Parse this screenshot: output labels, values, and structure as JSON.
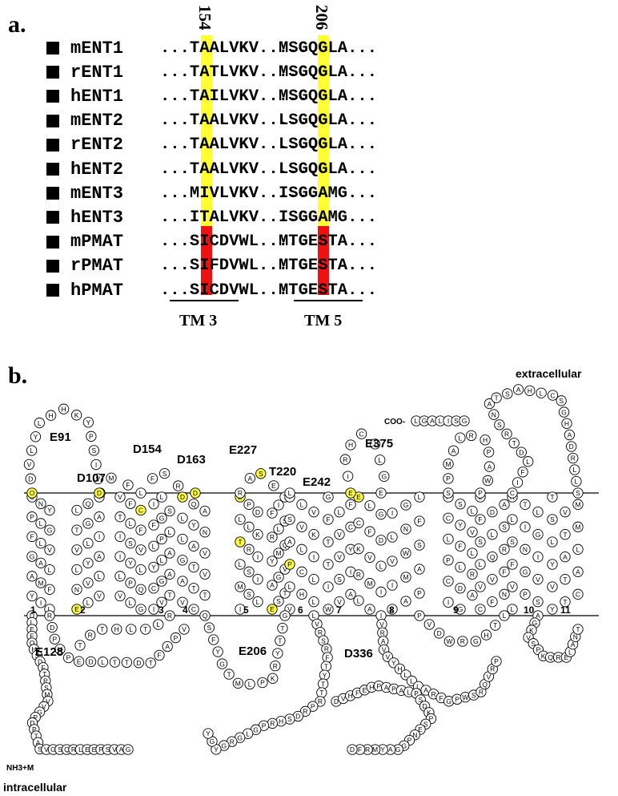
{
  "panel_a": {
    "label": "a.",
    "positions": [
      "154",
      "206"
    ],
    "rows": [
      {
        "gene": "mENT1",
        "seq1": "...TAALVKV.....",
        "seq2": "MSGQGLA...",
        "highlight": "yellow"
      },
      {
        "gene": "rENT1",
        "seq1": "...TATLVKV.....",
        "seq2": "MSGQGLA...",
        "highlight": "yellow"
      },
      {
        "gene": "hENT1",
        "seq1": "...TAILVKV.....",
        "seq2": "MSGQGLA...",
        "highlight": "yellow"
      },
      {
        "gene": "mENT2",
        "seq1": "...TAALVKV......",
        "seq2": "LSGQGLA...",
        "highlight": "yellow"
      },
      {
        "gene": "rENT2",
        "seq1": "...TAALVKV......",
        "seq2": "LSGQGLA...",
        "highlight": "yellow"
      },
      {
        "gene": "hENT2",
        "seq1": "...TAALVKV......",
        "seq2": "LSGQGLA...",
        "highlight": "yellow"
      },
      {
        "gene": "mENT3",
        "seq1": "...MIVLVKV......",
        "seq2": "ISGGAMG...",
        "highlight": "yellow"
      },
      {
        "gene": "hENT3",
        "seq1": "...ITALVKV......",
        "seq2": "ISGGAMG...",
        "highlight": "yellow"
      },
      {
        "gene": "mPMAT",
        "seq1": "...SICDVWL.....",
        "seq2": "MTGESTA...",
        "highlight": "red"
      },
      {
        "gene": "rPMAT",
        "seq1": "...SIFDVWL.....",
        "seq2": "MTGESTA...",
        "highlight": "red"
      },
      {
        "gene": "hPMAT",
        "seq1": "...SICDVWL.....",
        "seq2": "MTGESTA...",
        "highlight": "red"
      }
    ],
    "tm_labels": [
      "TM 3",
      "TM 5"
    ],
    "colors": {
      "conserved": "#ffff33",
      "divergent": "#ee1111"
    }
  },
  "panel_b": {
    "label": "b.",
    "extracellular": "extracellular",
    "intracellular": "intracellular",
    "cterm": "COO",
    "cterm_sup": "-",
    "nterm": "NH",
    "nterm_sub": "3",
    "nterm_sup": "+",
    "nterm_residue": "M",
    "tm_numbers": [
      "1",
      "2",
      "3",
      "4",
      "5",
      "6",
      "7",
      "8",
      "9",
      "10",
      "11"
    ],
    "mutations": [
      "E91",
      "D107",
      "D154",
      "D163",
      "E227",
      "T220",
      "E242",
      "E375",
      "E128",
      "E206",
      "D336"
    ],
    "ext_segments": [
      "YLHHKYP",
      "DVTOIF",
      "SIVFDM",
      "LFSR",
      "RASE",
      "ELTIFS",
      "IRHCIL",
      "GEWL",
      "ALRHP",
      "PMGS",
      "NATSAHLCS",
      "GHADRTL",
      "LGALISG"
    ],
    "int_segments": [
      "PVPEDLTTDTFAPV",
      "QLRAAQGAE",
      "LEEQHSD",
      "FTPSMVVGPDPT",
      "QRLEEPSVAG",
      "SVGS",
      "LTLHTRT",
      "SFYGTMLPK",
      "MTVGTTYR",
      "SRFTY",
      "HSDRPRTTY",
      "PGLGRGYGY",
      "VHHDVVA",
      "DVHFEHPAPAL",
      "PSDKPSENP",
      "RQVRP",
      "AHEVTGS",
      "GGAYMRFD",
      "VPR",
      "HLLLARF",
      "KVSPKQRE",
      "PVDWRG",
      "ALL"
    ],
    "highlight": "#ffff44"
  }
}
